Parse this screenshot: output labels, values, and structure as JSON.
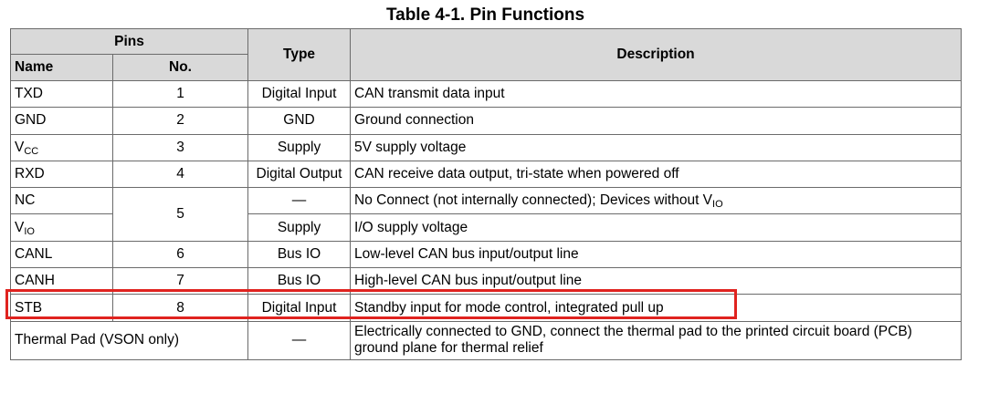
{
  "title": "Table 4-1. Pin Functions",
  "headers": {
    "pins": "Pins",
    "type": "Type",
    "description": "Description",
    "name": "Name",
    "no": "No."
  },
  "rows": [
    {
      "name": "TXD",
      "no": "1",
      "type": "Digital Input",
      "description": "CAN transmit data input"
    },
    {
      "name": "GND",
      "no": "2",
      "type": "GND",
      "description": "Ground connection"
    },
    {
      "name_main": "V",
      "name_sub": "CC",
      "no": "3",
      "type": "Supply",
      "description": "5V supply voltage"
    },
    {
      "name": "RXD",
      "no": "4",
      "type": "Digital Output",
      "description": "CAN receive data output, tri-state when powered off"
    },
    {
      "name": "NC",
      "no": "5",
      "type": "—",
      "description_main": "No Connect (not internally connected); Devices without V",
      "description_sub": "IO"
    },
    {
      "name_main": "V",
      "name_sub": "IO",
      "type": "Supply",
      "description": "I/O supply voltage"
    },
    {
      "name": "CANL",
      "no": "6",
      "type": "Bus IO",
      "description": "Low-level CAN bus input/output line"
    },
    {
      "name": "CANH",
      "no": "7",
      "type": "Bus IO",
      "description": "High-level CAN bus input/output line"
    },
    {
      "name": "STB",
      "no": "8",
      "type": "Digital Input",
      "description": "Standby input for mode control, integrated pull up"
    },
    {
      "name": "Thermal Pad (VSON only)",
      "type": "—",
      "description": "Electrically connected to GND, connect the thermal pad to the printed circuit board (PCB) ground plane for thermal relief"
    }
  ],
  "highlight_color": "#e0231f",
  "header_bg": "#d9d9d9"
}
